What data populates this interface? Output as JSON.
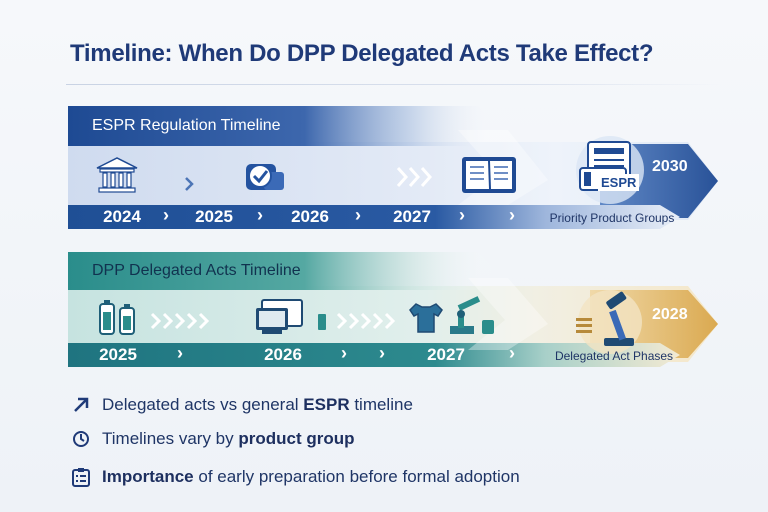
{
  "title": "Timeline: When Do DPP Delegated Acts Take Effect?",
  "espr": {
    "label": "ESPR Regulation Timeline",
    "years": [
      "2024",
      "2025",
      "2026",
      "2027"
    ],
    "end_year": "2030",
    "end_label": "Priority Product Groups",
    "badge_text": "ESPR",
    "color": "#1f4f99"
  },
  "dpp": {
    "label": "DPP Delegated Acts Timeline",
    "years": [
      "2025",
      "2026",
      "2027"
    ],
    "end_year": "2028",
    "end_label": "Delegated Act Phases",
    "color": "#237f86",
    "end_color": "#e0b25a"
  },
  "features": [
    {
      "icon": "trend-arrow-icon",
      "pre": "Delegated acts vs general ",
      "bold": "ESPR",
      "post": " timeline"
    },
    {
      "icon": "clock-icon",
      "pre": "Timelines vary by ",
      "bold": "product group",
      "post": ""
    },
    {
      "icon": "checklist-icon",
      "pre": "",
      "bold": "Importance",
      "post": " of early preparation before formal adoption"
    }
  ]
}
